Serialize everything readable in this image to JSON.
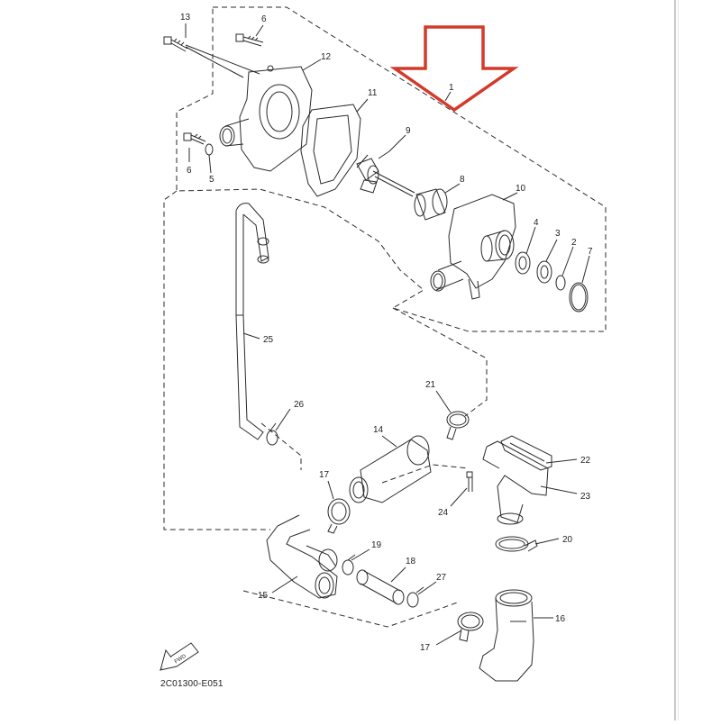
{
  "diagram": {
    "code": "2C01300-E051",
    "fwd_badge": "FWD",
    "arrow_color": "#d43a2a",
    "line_color": "#2a2a2a",
    "callouts": {
      "c13": "13",
      "c6a": "6",
      "c12": "12",
      "c11": "11",
      "c9": "9",
      "c6b": "6",
      "c5": "5",
      "c1": "1",
      "c8": "8",
      "c10": "10",
      "c4": "4",
      "c3": "3",
      "c2": "2",
      "c7": "7",
      "c25": "25",
      "c26": "26",
      "c21": "21",
      "c14": "14",
      "c17a": "17",
      "c22": "22",
      "c23": "23",
      "c24": "24",
      "c20": "20",
      "c19": "19",
      "c18": "18",
      "c15": "15",
      "c27": "27",
      "c16": "16",
      "c17b": "17"
    }
  }
}
